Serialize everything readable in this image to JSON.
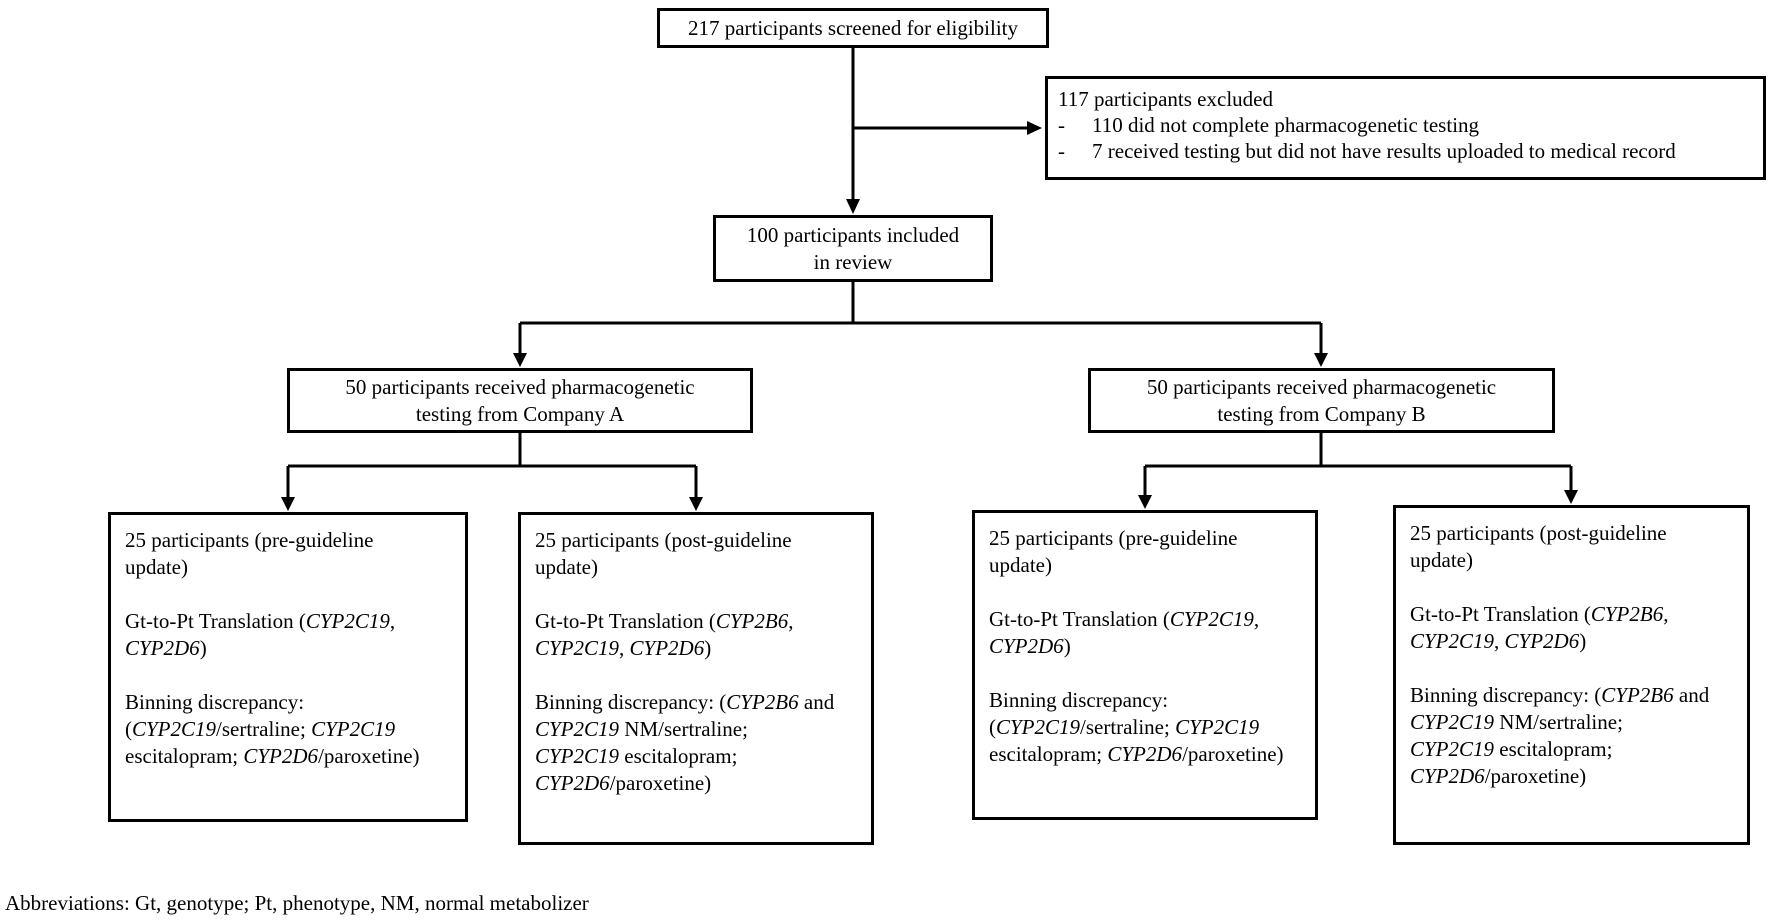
{
  "colors": {
    "background": "#ffffff",
    "line": "#000000",
    "text": "#000000"
  },
  "figure": {
    "screened_box": {
      "text": "217 participants screened for eligibility"
    },
    "excluded_box": {
      "title": "117 participants excluded",
      "bullet_marker": "-",
      "bullets": [
        "110 did not complete pharmacogenetic testing",
        "7 received testing but did not have results uploaded to medical record"
      ]
    },
    "included_box": {
      "lines": [
        "100 participants included",
        "in review"
      ]
    },
    "company_a_box": {
      "lines": [
        "50 participants received pharmacogenetic",
        "testing from Company A"
      ]
    },
    "company_b_box": {
      "lines": [
        "50 participants received pharmacogenetic",
        "testing from Company B"
      ]
    },
    "detail_boxes": [
      {
        "id": "company-a-pre-guideline",
        "paragraphs": [
          [
            {
              "t": "25 participants (pre-guideline"
            },
            {
              "t": "update)",
              "br": true
            }
          ],
          [
            {
              "t": "Gt-to-Pt Translation ("
            },
            {
              "t": "CYP2C19",
              "i": true
            },
            {
              "t": ","
            },
            {
              "t": "CYP2D6",
              "i": true,
              "br": true
            },
            {
              "t": ")"
            }
          ],
          [
            {
              "t": "Binning discrepancy:"
            },
            {
              "t": "(",
              "br": true
            },
            {
              "t": "CYP2C19",
              "i": true
            },
            {
              "t": "/sertraline; "
            },
            {
              "t": "CYP2C19",
              "i": true
            },
            {
              "t": "escitalopram; ",
              "br": true
            },
            {
              "t": "CYP2D6",
              "i": true
            },
            {
              "t": "/paroxetine)"
            }
          ]
        ]
      },
      {
        "id": "company-a-post-guideline",
        "paragraphs": [
          [
            {
              "t": "25 participants (post-guideline"
            },
            {
              "t": "update)",
              "br": true
            }
          ],
          [
            {
              "t": "Gt-to-Pt Translation ("
            },
            {
              "t": "CYP2B6",
              "i": true
            },
            {
              "t": ","
            },
            {
              "t": "CYP2C19",
              "i": true,
              "br": true
            },
            {
              "t": ", "
            },
            {
              "t": "CYP2D6",
              "i": true
            },
            {
              "t": ")"
            }
          ],
          [
            {
              "t": "Binning discrepancy: ("
            },
            {
              "t": "CYP2B6",
              "i": true
            },
            {
              "t": " and"
            },
            {
              "t": "CYP2C19",
              "i": true,
              "br": true
            },
            {
              "t": " NM/sertraline;"
            },
            {
              "t": "CYP2C19",
              "i": true,
              "br": true
            },
            {
              "t": " escitalopram;"
            },
            {
              "t": "CYP2D6",
              "i": true,
              "br": true
            },
            {
              "t": "/paroxetine)"
            }
          ]
        ]
      },
      {
        "id": "company-b-pre-guideline",
        "paragraphs": [
          [
            {
              "t": "25 participants (pre-guideline"
            },
            {
              "t": "update)",
              "br": true
            }
          ],
          [
            {
              "t": "Gt-to-Pt Translation ("
            },
            {
              "t": "CYP2C19",
              "i": true
            },
            {
              "t": ","
            },
            {
              "t": "CYP2D6",
              "i": true,
              "br": true
            },
            {
              "t": ")"
            }
          ],
          [
            {
              "t": "Binning discrepancy:"
            },
            {
              "t": "(",
              "br": true
            },
            {
              "t": "CYP2C19",
              "i": true
            },
            {
              "t": "/sertraline; "
            },
            {
              "t": "CYP2C19",
              "i": true
            },
            {
              "t": "escitalopram; ",
              "br": true
            },
            {
              "t": "CYP2D6",
              "i": true
            },
            {
              "t": "/paroxetine)"
            }
          ]
        ]
      },
      {
        "id": "company-b-post-guideline",
        "paragraphs": [
          [
            {
              "t": "25 participants (post-guideline"
            },
            {
              "t": "update)",
              "br": true
            }
          ],
          [
            {
              "t": "Gt-to-Pt Translation ("
            },
            {
              "t": "CYP2B6",
              "i": true
            },
            {
              "t": ","
            },
            {
              "t": "CYP2C19",
              "i": true,
              "br": true
            },
            {
              "t": ", "
            },
            {
              "t": "CYP2D6",
              "i": true
            },
            {
              "t": ")"
            }
          ],
          [
            {
              "t": "Binning discrepancy: ("
            },
            {
              "t": "CYP2B6",
              "i": true
            },
            {
              "t": " and"
            },
            {
              "t": "CYP2C19",
              "i": true,
              "br": true
            },
            {
              "t": " NM/sertraline;"
            },
            {
              "t": "CYP2C19",
              "i": true,
              "br": true
            },
            {
              "t": " escitalopram;"
            },
            {
              "t": "CYP2D6",
              "i": true,
              "br": true
            },
            {
              "t": "/paroxetine)"
            }
          ]
        ]
      }
    ],
    "footnote": "Abbreviations: Gt, genotype; Pt, phenotype, NM, normal metabolizer"
  }
}
